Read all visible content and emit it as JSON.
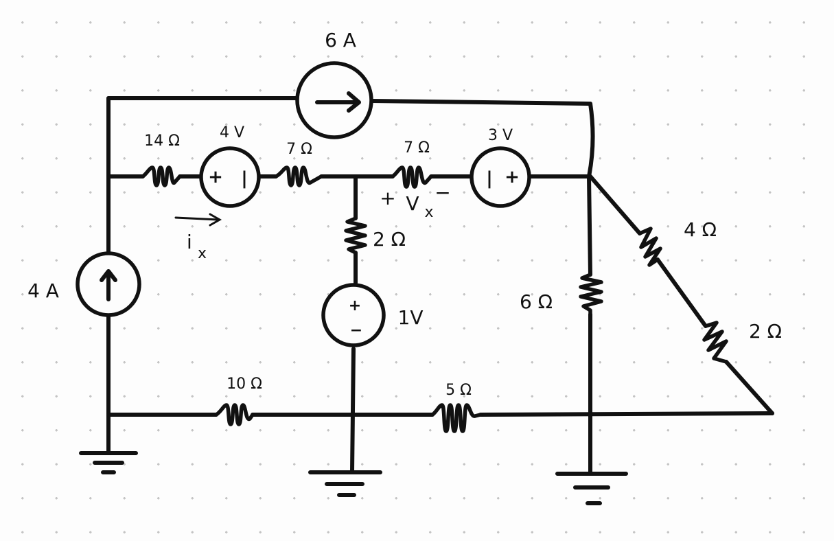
{
  "labels": {
    "src_6a": "6 A",
    "src_4a": "4 A",
    "r14": "14 Ω",
    "v4": "4 V",
    "r7_left": "7 Ω",
    "r7_right": "7 Ω",
    "v3": "3 V",
    "r4": "4 Ω",
    "r2_top": "2 Ω",
    "r6": "6 Ω",
    "r2_diag": "2 Ω",
    "v1": "1V",
    "r10": "10 Ω",
    "r5": "5 Ω",
    "ix": "i",
    "ix_sub": "x",
    "vx_plus": "+",
    "vx": "V",
    "vx_sub": "x",
    "vx_minus": "−"
  },
  "source_marks": {
    "v4_left": "+",
    "v4_right": "|",
    "v3_left": "|",
    "v3_right": "+",
    "v1_top": "+",
    "v1_bottom": "−",
    "i6_arrow": "→",
    "i4_arrow": "↑"
  }
}
